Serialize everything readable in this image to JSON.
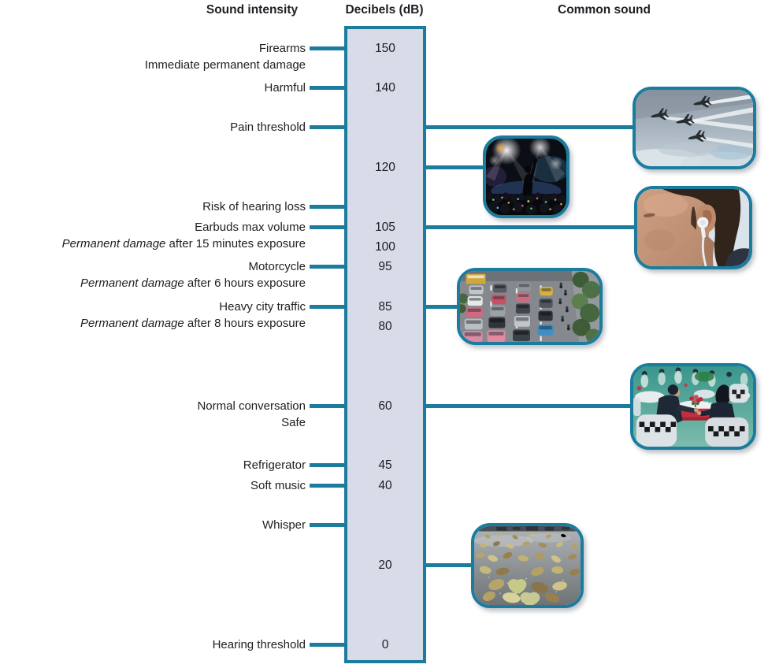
{
  "colors": {
    "accent": "#1b7c9e",
    "bar_fill": "#d8dbe8",
    "text": "#1d1f24"
  },
  "headers": {
    "sound_intensity": "Sound intensity",
    "decibels": "Decibels (dB)",
    "common_sound": "Common sound"
  },
  "scale": {
    "unit": "dB",
    "min": 0,
    "max": 150
  },
  "bar_values": [
    150,
    140,
    120,
    105,
    100,
    95,
    85,
    80,
    60,
    45,
    40,
    20,
    0
  ],
  "intensity_labels": [
    {
      "db": 150,
      "label": "Firearms",
      "sub": "Immediate permanent damage"
    },
    {
      "db": 140,
      "label": "Harmful"
    },
    {
      "db": 130,
      "label": "Pain threshold"
    },
    {
      "db": 110,
      "label": "Risk of hearing loss"
    },
    {
      "db": 105,
      "label": "Earbuds max volume",
      "sub_italic": "Permanent damage",
      "sub": " after 15 minutes exposure"
    },
    {
      "db": 95,
      "label": "Motorcycle",
      "sub_italic": "Permanent damage",
      "sub": " after 6 hours exposure"
    },
    {
      "db": 85,
      "label": "Heavy city traffic",
      "sub_italic": "Permanent damage",
      "sub": " after 8 hours exposure"
    },
    {
      "db": 60,
      "label": "Normal conversation",
      "sub": "Safe"
    },
    {
      "db": 45,
      "label": "Refrigerator"
    },
    {
      "db": 40,
      "label": "Soft music"
    },
    {
      "db": 30,
      "label": "Whisper"
    },
    {
      "db": 0,
      "label": "Hearing threshold"
    }
  ],
  "images": [
    {
      "name": "fighter-jets",
      "db": 130,
      "alt": "Four fighter jets flying in formation with white contrails"
    },
    {
      "name": "rock-concert",
      "db": 120,
      "alt": "Crowd at a rock concert with bright stage lights"
    },
    {
      "name": "earbuds",
      "db": 105,
      "alt": "Close-up of a person wearing white earbuds"
    },
    {
      "name": "city-traffic",
      "db": 85,
      "alt": "Congested multi-lane city traffic with cars and motorcycles"
    },
    {
      "name": "conversation",
      "db": 60,
      "alt": "Two people having a conversation at a banquet table"
    },
    {
      "name": "falling-leaves",
      "db": 20,
      "alt": "Fallen autumn leaves on wet pavement"
    }
  ]
}
